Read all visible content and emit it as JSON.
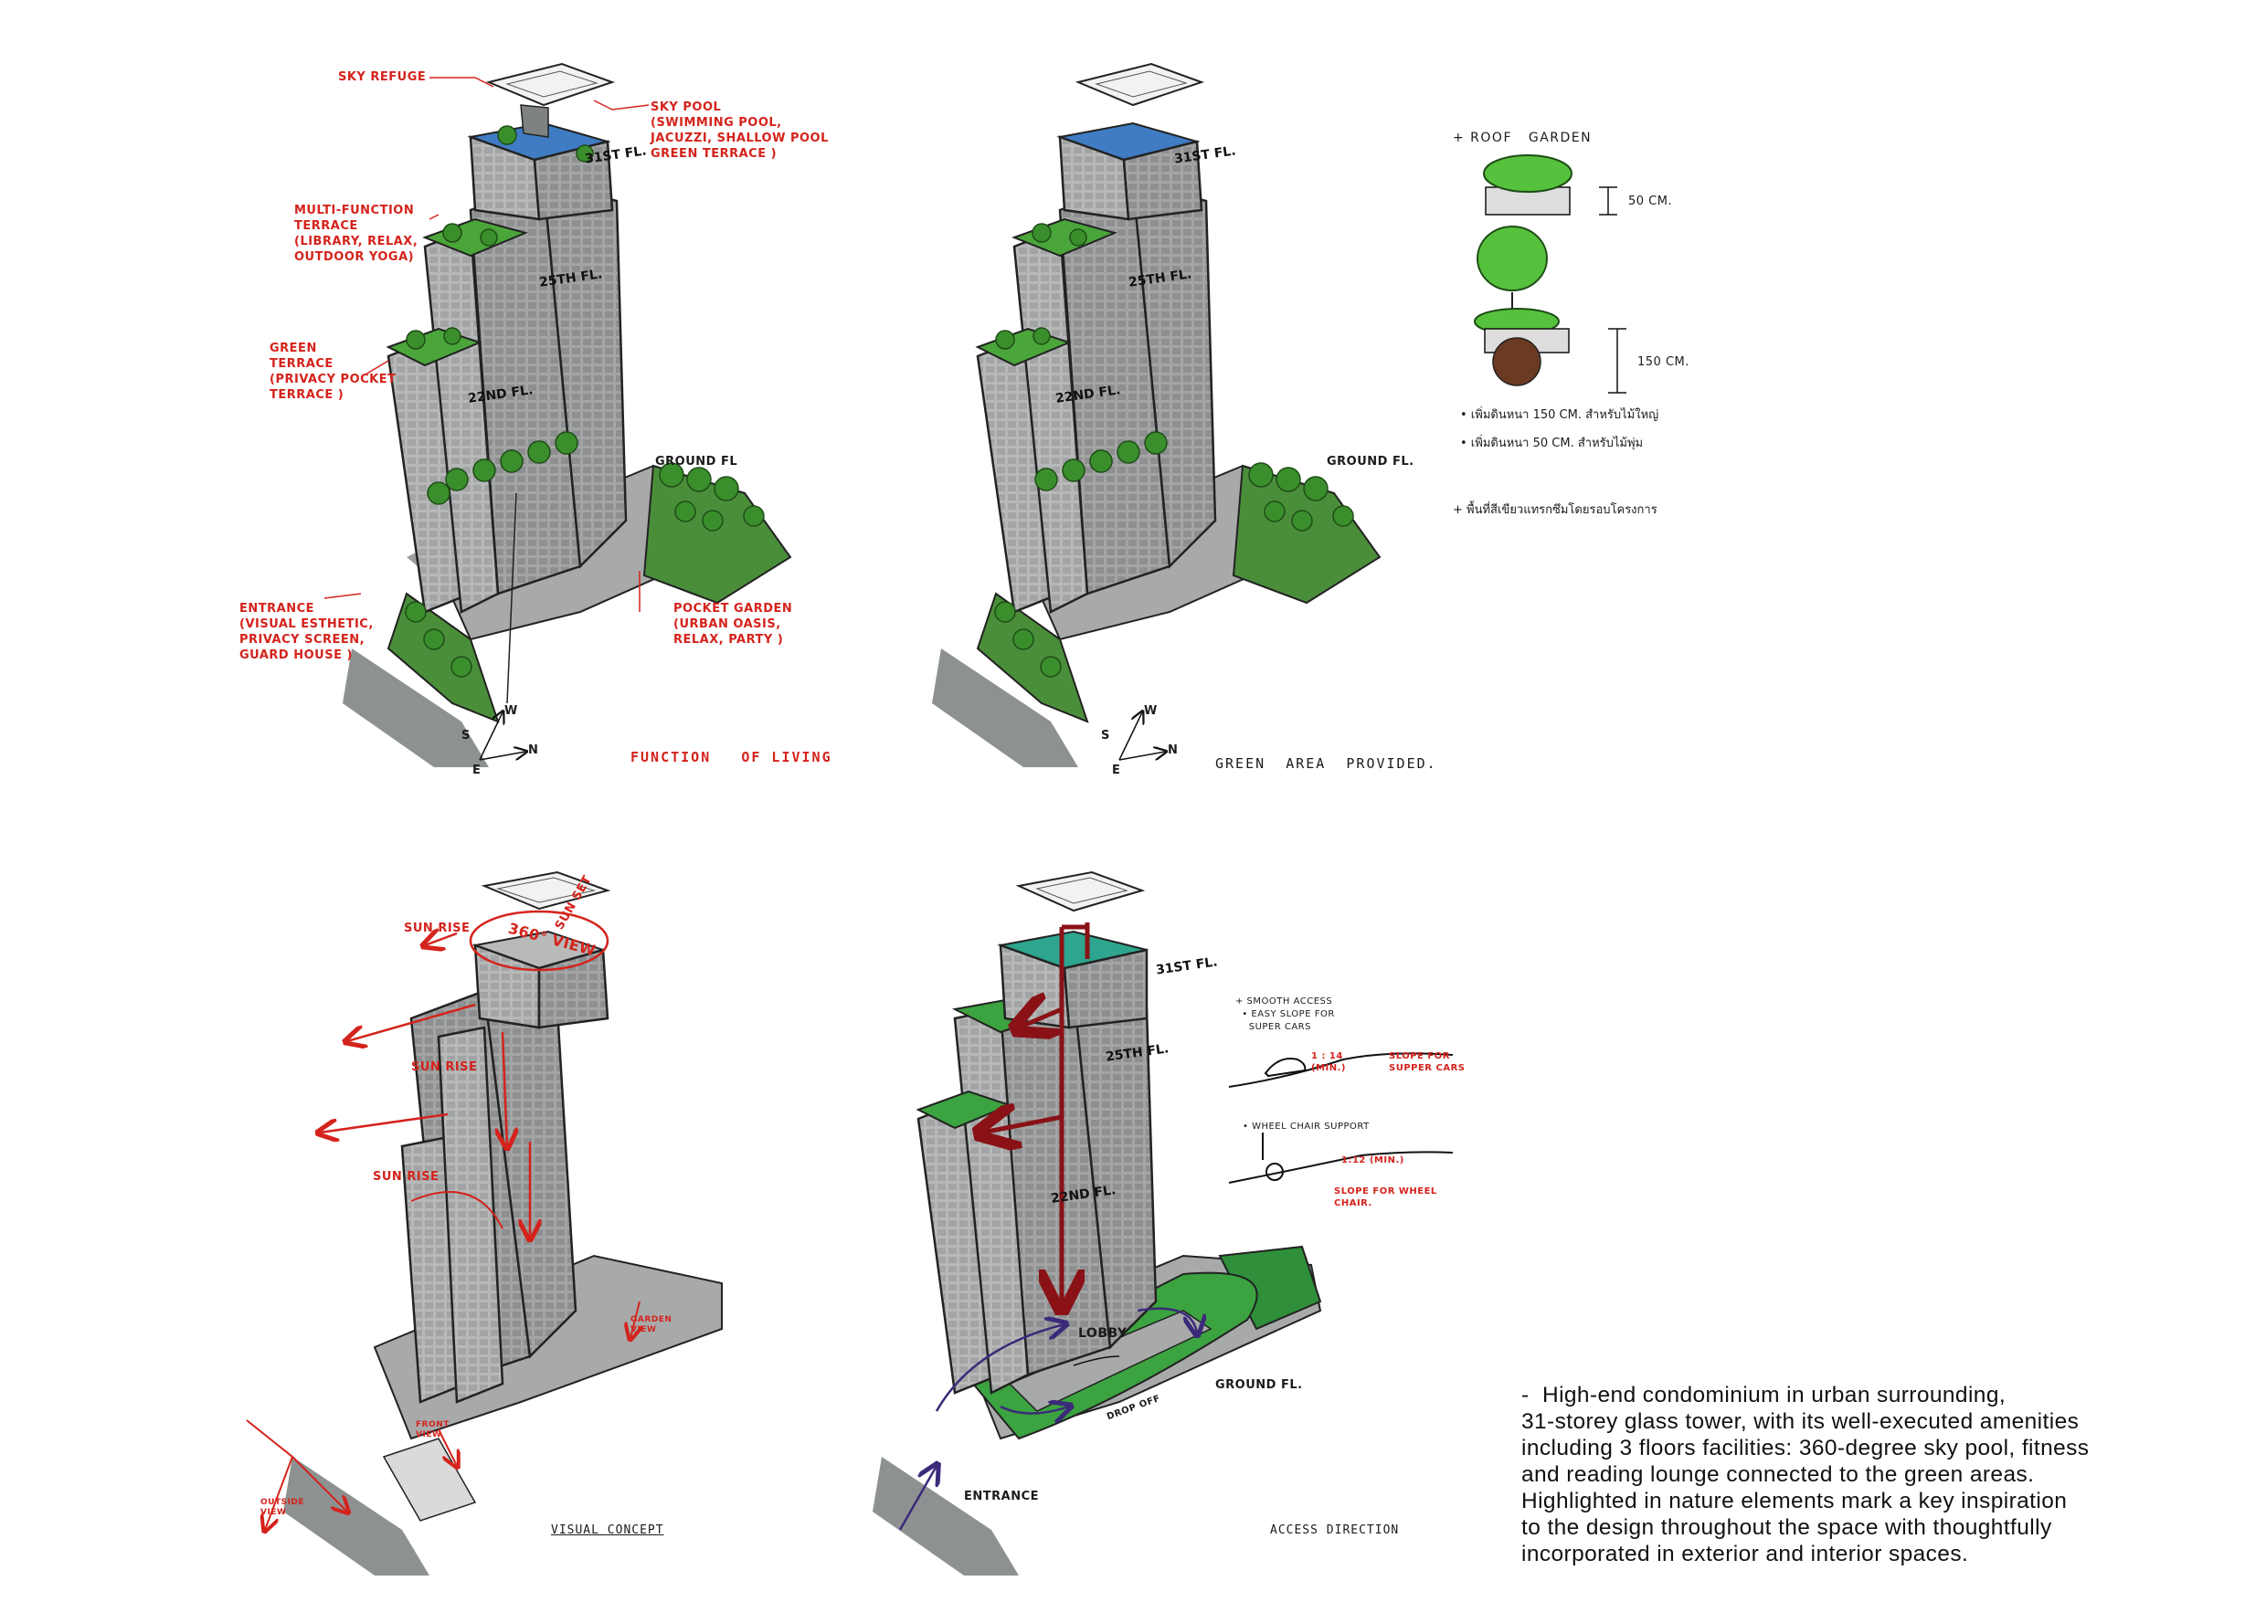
{
  "panels": {
    "function": {
      "caption": "FUNCTION   OF LIVING",
      "annotations": {
        "sky_refuge": "SKY REFUGE",
        "sky_pool": "SKY POOL\n(SWIMMING POOL,\nJACUZZI, SHALLOW POOL\nGREEN TERRACE )",
        "multi_function": "MULTI-FUNCTION\nTERRACE\n(LIBRARY, RELAX,\nOUTDOOR YOGA)",
        "green_terrace": "GREEN\nTERRACE\n(PRIVACY POCKET\nTERRACE )",
        "ground": "GROUND FL",
        "entrance": "ENTRANCE\n(VISUAL ESTHETIC,\nPRIVACY SCREEN,\nGUARD HOUSE )",
        "pocket_garden": "POCKET GARDEN\n(URBAN OASIS,\nRELAX, PARTY )"
      }
    },
    "green": {
      "caption": "GREEN  AREA  PROVIDED.",
      "ground": "GROUND FL."
    },
    "visual": {
      "caption": "VISUAL CONCEPT",
      "annotations": {
        "sun_rise_1": "SUN RISE",
        "sun_set": "SUN SET",
        "view_360": "360° VIEW",
        "sun_rise_2": "SUN RISE",
        "sun_rise_3": "SUN RISE",
        "garden_view": "GARDEN\nVIEW",
        "front_view": "FRONT\nVIEW",
        "outside_view": "OUTSIDE\nVIEW"
      }
    },
    "access": {
      "caption": "ACCESS DIRECTION",
      "annotations": {
        "lobby": "LOBBY",
        "ground": "GROUND FL.",
        "drop_off": "DROP OFF",
        "entrance": "ENTRANCE",
        "smooth_access": "+ SMOOTH ACCESS\n  • EASY SLOPE FOR\n    SUPER CARS",
        "slope_car_ratio": "1 : 14\n(MIN.)",
        "slope_car": "SLOPE FOR\nSUPPER CARS",
        "wheel_chair": "• WHEEL CHAIR SUPPORT",
        "slope_wheel_ratio": "1:12 (MIN.)",
        "slope_wheel": "SLOPE FOR WHEEL\nCHAIR."
      }
    }
  },
  "floors": {
    "f31": "31ST FL.",
    "f25": "25TH FL.",
    "f22": "22ND FL."
  },
  "compass": {
    "w": "W",
    "s": "S",
    "n": "N",
    "e": "E"
  },
  "roof_garden": {
    "title": "+ ROOF   GARDEN",
    "dim_50": "50 CM.",
    "dim_150": "150 CM.",
    "note1": "• เพิ่มดินหนา 150 CM. สำหรับไม้ใหญ่",
    "note2": "• เพิ่มดินหนา 50 CM. สำหรับไม้พุ่ม",
    "note3": "+ พื้นที่สีเขียวแทรกซึมโดยรอบโครงการ"
  },
  "description": [
    "-  High-end condominium in urban surrounding,",
    "31-storey glass tower, with its well-executed amenities",
    "including 3 floors facilities: 360-degree sky pool, fitness",
    "and reading lounge connected to the green areas.",
    "Highlighted in nature elements mark a key inspiration",
    "to the design throughout the space with thoughtfully",
    "incorporated in exterior and interior spaces."
  ],
  "colors": {
    "annotation": "#d4231c",
    "glass": "#9a9c9c",
    "pool": "#3f7cc4",
    "green": "#4aa63a",
    "arrow": "#8a1216"
  }
}
